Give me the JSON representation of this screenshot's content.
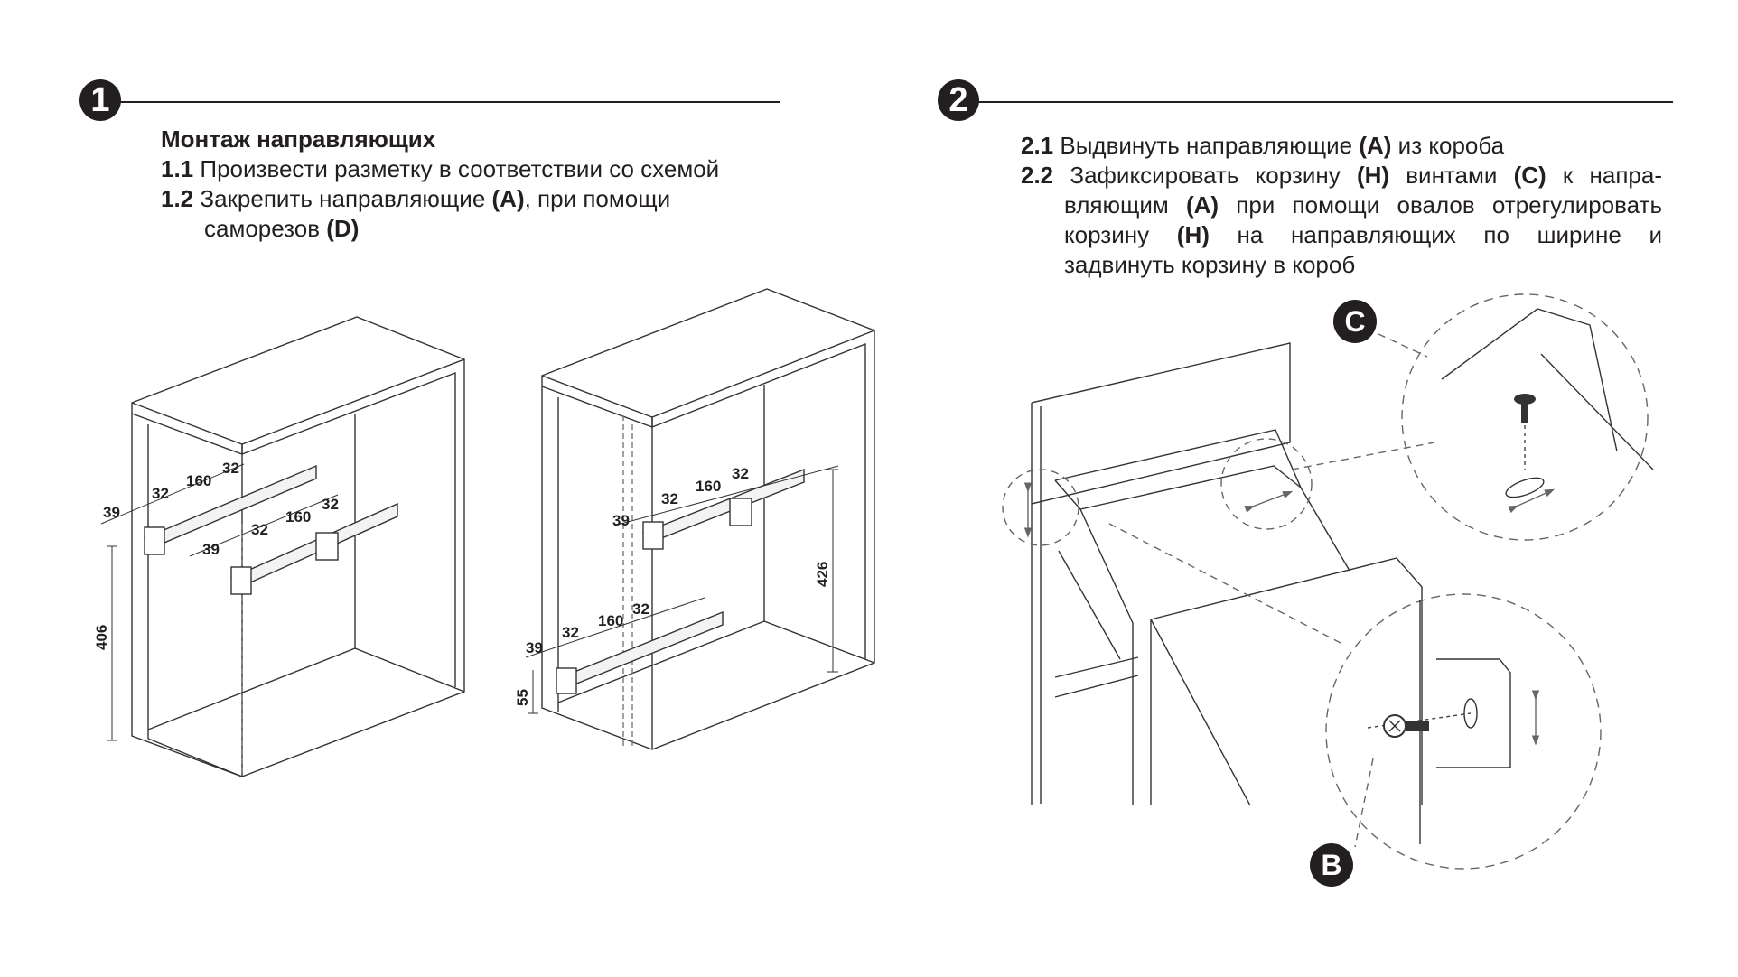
{
  "step1": {
    "number": "1",
    "heading": "Монтаж направляющих",
    "items": [
      {
        "num": "1.1",
        "text": "Произвести разметку в соответствии со схемой"
      },
      {
        "num": "1.2",
        "text_pre": "Закрепить направляющие ",
        "ref_a": "(A)",
        "text_post": ", при помощи",
        "text_line2": "саморезов ",
        "ref_d": "(D)"
      }
    ]
  },
  "step2": {
    "number": "2",
    "items": [
      {
        "num": "2.1",
        "text_pre": "Выдвинуть направляющие ",
        "ref_a": "(A)",
        "text_post": " из короба"
      },
      {
        "num": "2.2",
        "l1_pre": "Зафиксировать корзину ",
        "ref_h": "(H)",
        "l1_mid": " винтами ",
        "ref_c": "(C)",
        "l1_post": " к напра-",
        "l2_pre": "вляющим ",
        "ref_a": "(A)",
        "l2_post": " при помощи овалов отрегулировать",
        "l3_pre": "корзину ",
        "ref_h2": "(H)",
        "l3_post": " на направляющих по ширине и",
        "l4": "задвинуть корзину в короб"
      }
    ]
  },
  "diagram_left": {
    "dims_upper": {
      "a": "39",
      "b": "32",
      "c": "160",
      "d": "32"
    },
    "dims_lower": {
      "a": "39",
      "b": "32",
      "c": "160",
      "d": "32"
    },
    "height": "406"
  },
  "diagram_middle": {
    "dims_upper": {
      "a": "39",
      "b": "32",
      "c": "160",
      "d": "32"
    },
    "dims_lower": {
      "a": "39",
      "b": "32",
      "c": "160",
      "d": "32"
    },
    "height_top": "426",
    "height_bottom": "55"
  },
  "callouts": {
    "c": "C",
    "b": "B"
  },
  "colors": {
    "ink": "#231f20",
    "line": "#333333",
    "dash": "#555555"
  }
}
